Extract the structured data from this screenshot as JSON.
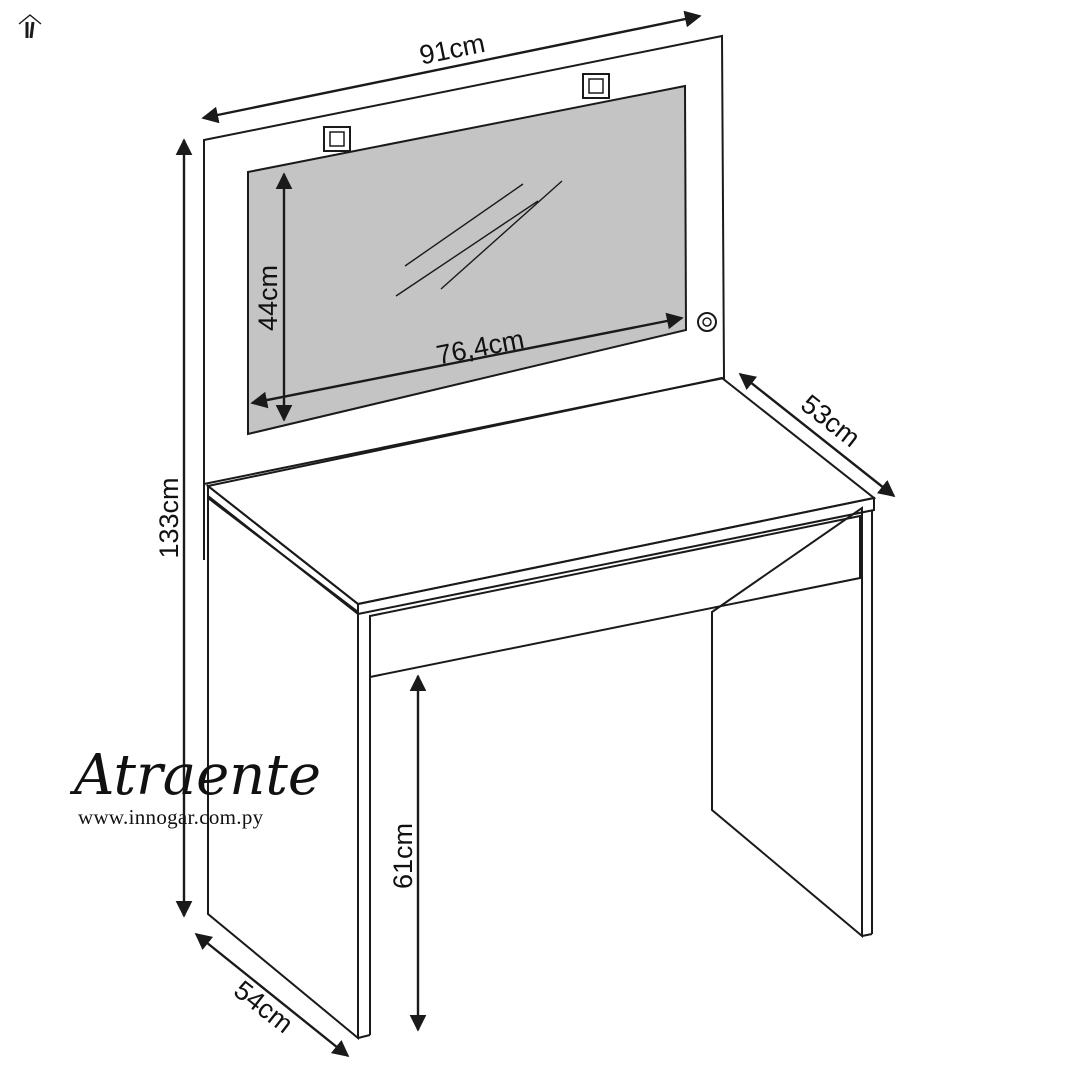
{
  "dimensions": {
    "width_top": "91cm",
    "mirror_height": "44cm",
    "mirror_width": "76,4cm",
    "depth_right": "53cm",
    "total_height": "133cm",
    "leg_height": "61cm",
    "depth_left": "54cm"
  },
  "brand": {
    "name": "Atraente",
    "url": "www.innogar.com.py"
  },
  "colors": {
    "mirror": "#c4c4c4",
    "line": "#1a1a1a",
    "background": "#ffffff"
  },
  "icons": {
    "corner_logo": "house-logo-icon",
    "mirror_clips": "square-clip-icon",
    "light_button": "round-knob-icon"
  }
}
